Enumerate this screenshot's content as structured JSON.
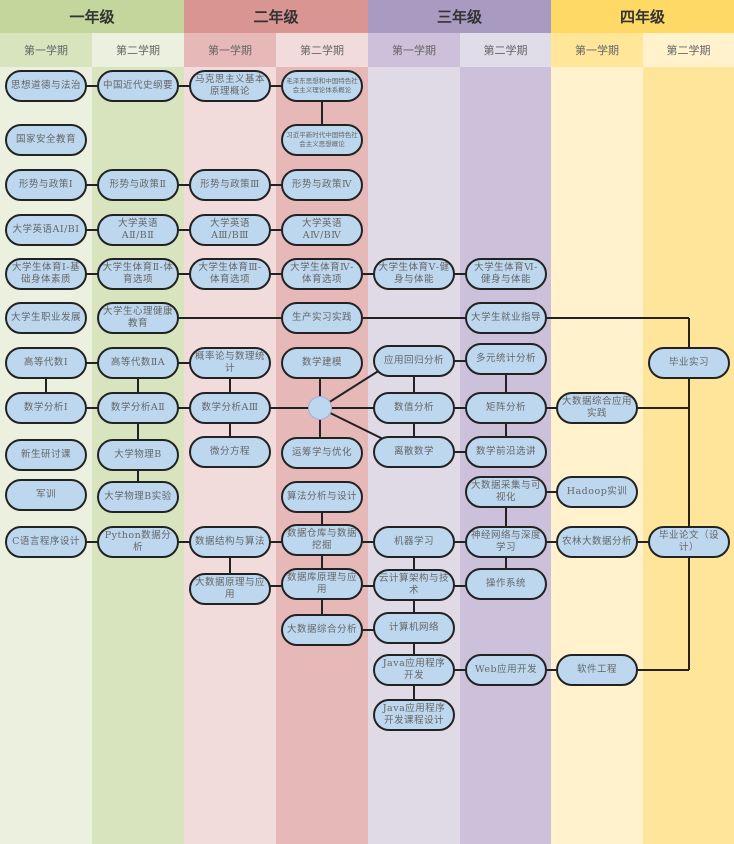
{
  "years": [
    {
      "label": "一年级",
      "semesters": [
        "第一学期",
        "第二学期"
      ]
    },
    {
      "label": "二年级",
      "semesters": [
        "第一学期",
        "第二学期"
      ]
    },
    {
      "label": "三年级",
      "semesters": [
        "第一学期",
        "第二学期"
      ]
    },
    {
      "label": "四年级",
      "semesters": [
        "第一学期",
        "第二学期"
      ]
    }
  ],
  "colors": {
    "node_fill": "#bdd7ee",
    "year1": "#c3d69b",
    "year2": "#d99591",
    "year3": "#a89ac0",
    "year4": "#ffd966"
  },
  "courses": [
    "思想道德与法治",
    "中国近代史纲要",
    "马克思主义基本原理概论",
    "毛泽东思想和中国特色社会主义理论体系概论",
    "国家安全教育",
    "习近平新时代中国特色社会主义思想概论",
    "形势与政策Ⅰ",
    "形势与政策Ⅱ",
    "形势与政策Ⅲ",
    "形势与政策Ⅳ",
    "大学英语AⅠ/BⅠ",
    "大学英语AⅡ/BⅡ",
    "大学英语AⅢ/BⅢ",
    "大学英语AⅣ/BⅣ",
    "大学生体育Ⅰ-基础身体素质",
    "大学生体育Ⅱ-体育选项",
    "大学生体育Ⅲ-体育选项",
    "大学生体育Ⅳ-体育选项",
    "大学生体育Ⅴ-健身与体能",
    "大学生体育Ⅵ-健身与体能",
    "大学生职业发展",
    "大学生心理健康教育",
    "生产实习实践",
    "大学生就业指导",
    "高等代数Ⅰ",
    "高等代数ⅡA",
    "概率论与数理统计",
    "数学建模",
    "应用回归分析",
    "多元统计分析",
    "毕业实习",
    "数学分析Ⅰ",
    "数学分析AⅡ",
    "数学分析AⅢ",
    "数值分析",
    "矩阵分析",
    "大数据综合应用实践",
    "新生研讨课",
    "大学物理B",
    "微分方程",
    "运筹学与优化",
    "离散数学",
    "数学前沿选讲",
    "军训",
    "大学物理B实验",
    "算法分析与设计",
    "大数据采集与可视化",
    "Hadoop实训",
    "C语言程序设计",
    "Python数据分析",
    "数据结构与算法",
    "数据仓库与数据挖掘",
    "机器学习",
    "神经网络与深度学习",
    "农林大数据分析",
    "毕业论文（设计）",
    "大数据原理与应用",
    "数据库原理与应用",
    "云计算架构与技术",
    "操作系统",
    "大数据综合分析",
    "计算机网络",
    "Java应用程序开发",
    "Web应用开发",
    "软件工程",
    "Java应用程序开发课程设计"
  ]
}
